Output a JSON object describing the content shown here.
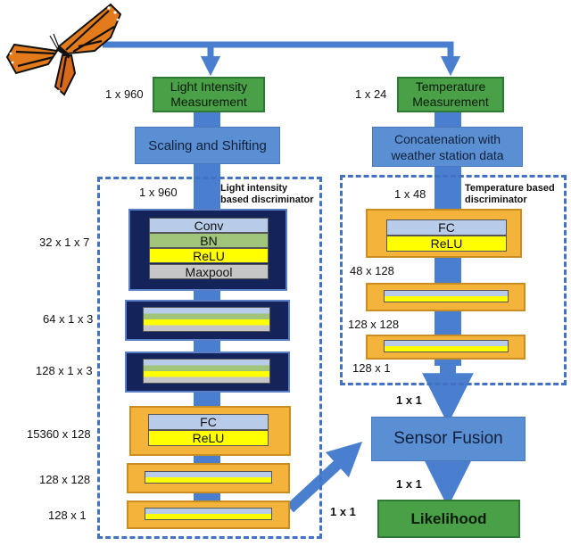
{
  "inputs": {
    "light": {
      "dim": "1 x 960",
      "title_line1": "Light Intensity",
      "title_line2": "Measurement"
    },
    "temperature": {
      "dim": "1 x 24",
      "title_line1": "Temperature",
      "title_line2": "Measurement"
    }
  },
  "preprocessing": {
    "light": "Scaling and Shifting",
    "temperature_line1": "Concatenation with",
    "temperature_line2": "weather station data"
  },
  "light_discriminator": {
    "label_line1": "Light intensity",
    "label_line2": "based discriminator",
    "input_dim": "1 x 960",
    "blocks": [
      {
        "dim": "32 x 1 x 7",
        "layers": [
          "Conv",
          "BN",
          "ReLU",
          "Maxpool"
        ]
      },
      {
        "dim": "64 x 1 x 3"
      },
      {
        "dim": "128 x 1 x 3"
      },
      {
        "dim": "15360 x 128",
        "layers": [
          "FC",
          "ReLU"
        ]
      },
      {
        "dim": "128 x 128"
      },
      {
        "dim": "128 x 1"
      }
    ]
  },
  "temperature_discriminator": {
    "label_line1": "Temperature based",
    "label_line2": "discriminator",
    "input_dim": "1 x 48",
    "blocks": [
      {
        "dim": "",
        "layers": [
          "FC",
          "ReLU"
        ]
      },
      {
        "dim": "48 x 128"
      },
      {
        "dim": "128 x 128"
      },
      {
        "dim": "128 x 1"
      }
    ]
  },
  "fusion": {
    "in_dim_light": "1 x 1",
    "in_dim_temp": "1 x 1",
    "label": "Sensor Fusion",
    "out_dim": "1 x 1"
  },
  "output": {
    "label": "Likelihood"
  },
  "colors": {
    "arrow": "#4a7fd0",
    "green_box": "#49a047",
    "blue_box": "#5b8fd3",
    "navy_block": "#14245a",
    "gold_block": "#f4b43c",
    "conv": "#b8cbe8",
    "bn": "#9fc47a",
    "relu": "#ffff00",
    "maxpool": "#c6c6c6"
  }
}
